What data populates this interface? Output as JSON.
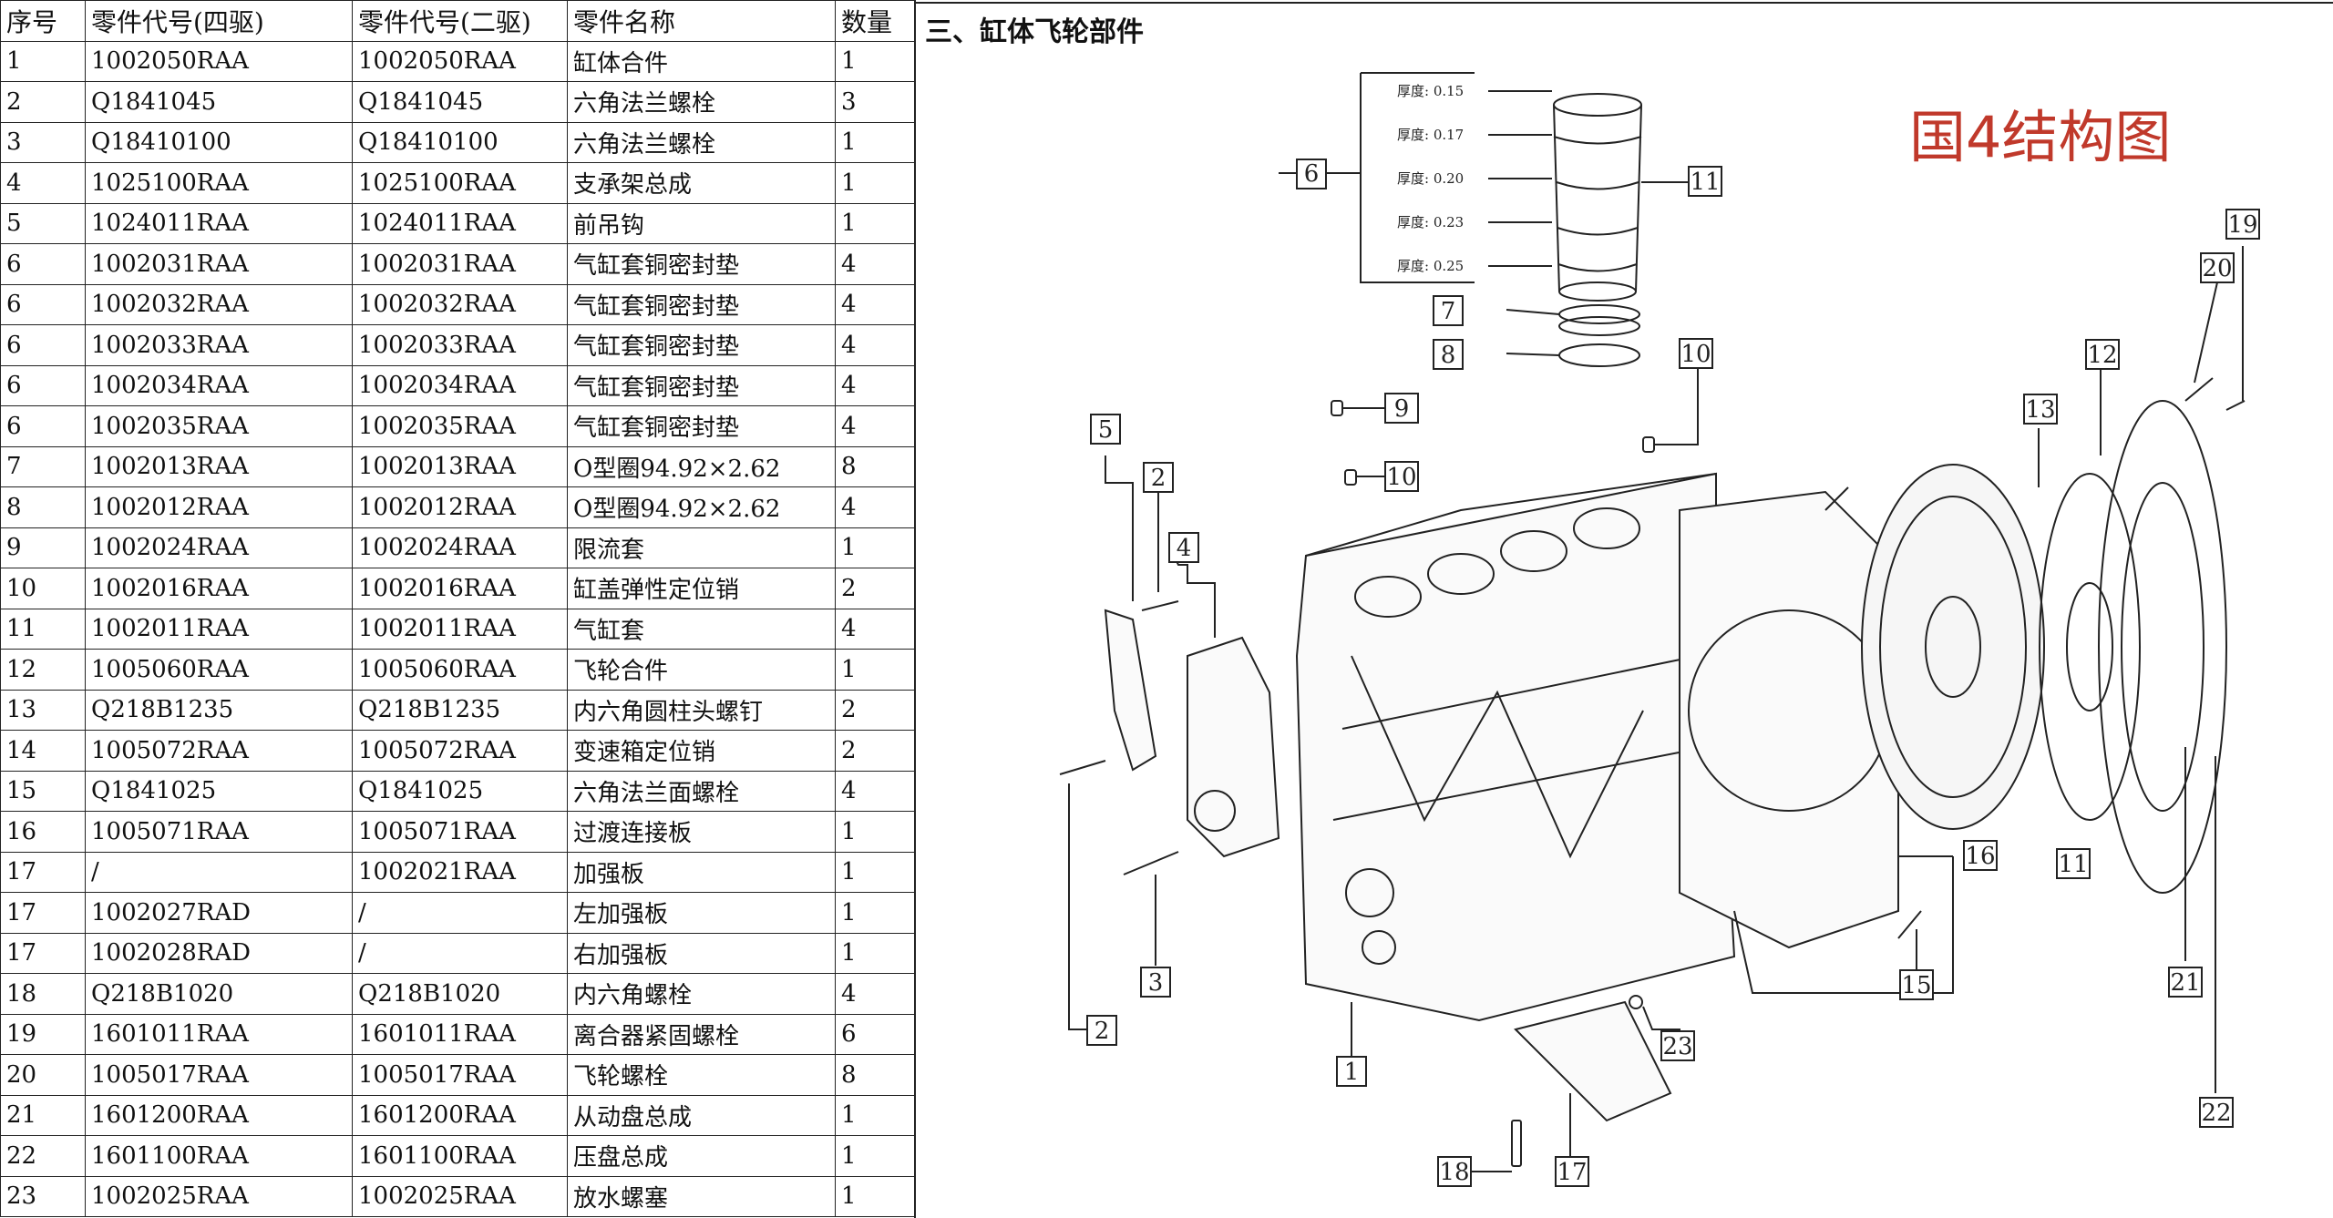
{
  "table": {
    "headers": [
      "序号",
      "零件代号(四驱)",
      "零件代号(二驱)",
      "零件名称",
      "数量"
    ],
    "rows": [
      [
        "1",
        "1002050RAA",
        "1002050RAA",
        "缸体合件",
        "1"
      ],
      [
        "2",
        "Q1841045",
        "Q1841045",
        "六角法兰螺栓",
        "3"
      ],
      [
        "3",
        "Q18410100",
        "Q18410100",
        "六角法兰螺栓",
        "1"
      ],
      [
        "4",
        "1025100RAA",
        "1025100RAA",
        "支承架总成",
        "1"
      ],
      [
        "5",
        "1024011RAA",
        "1024011RAA",
        "前吊钩",
        "1"
      ],
      [
        "6",
        "1002031RAA",
        "1002031RAA",
        "气缸套铜密封垫",
        "4"
      ],
      [
        "6",
        "1002032RAA",
        "1002032RAA",
        "气缸套铜密封垫",
        "4"
      ],
      [
        "6",
        "1002033RAA",
        "1002033RAA",
        "气缸套铜密封垫",
        "4"
      ],
      [
        "6",
        "1002034RAA",
        "1002034RAA",
        "气缸套铜密封垫",
        "4"
      ],
      [
        "6",
        "1002035RAA",
        "1002035RAA",
        "气缸套铜密封垫",
        "4"
      ],
      [
        "7",
        "1002013RAA",
        "1002013RAA",
        "O型圈94.92×2.62",
        "8"
      ],
      [
        "8",
        "1002012RAA",
        "1002012RAA",
        "O型圈94.92×2.62",
        "4"
      ],
      [
        "9",
        "1002024RAA",
        "1002024RAA",
        "限流套",
        "1"
      ],
      [
        "10",
        "1002016RAA",
        "1002016RAA",
        "缸盖弹性定位销",
        "2"
      ],
      [
        "11",
        "1002011RAA",
        "1002011RAA",
        "气缸套",
        "4"
      ],
      [
        "12",
        "1005060RAA",
        "1005060RAA",
        "飞轮合件",
        "1"
      ],
      [
        "13",
        "Q218B1235",
        "Q218B1235",
        "内六角圆柱头螺钉",
        "2"
      ],
      [
        "14",
        "1005072RAA",
        "1005072RAA",
        "变速箱定位销",
        "2"
      ],
      [
        "15",
        "Q1841025",
        "Q1841025",
        "六角法兰面螺栓",
        "4"
      ],
      [
        "16",
        "1005071RAA",
        "1005071RAA",
        "过渡连接板",
        "1"
      ],
      [
        "17",
        "/",
        "1002021RAA",
        "加强板",
        "1"
      ],
      [
        "17",
        "1002027RAD",
        "/",
        "左加强板",
        "1"
      ],
      [
        "17",
        "1002028RAD",
        "/",
        "右加强板",
        "1"
      ],
      [
        "18",
        "Q218B1020",
        "Q218B1020",
        "内六角螺栓",
        "4"
      ],
      [
        "19",
        "1601011RAA",
        "1601011RAA",
        "离合器紧固螺栓",
        "6"
      ],
      [
        "20",
        "1005017RAA",
        "1005017RAA",
        "飞轮螺栓",
        "8"
      ],
      [
        "21",
        "1601200RAA",
        "1601200RAA",
        "从动盘总成",
        "1"
      ],
      [
        "22",
        "1601100RAA",
        "1601100RAA",
        "压盘总成",
        "1"
      ],
      [
        "23",
        "1002025RAA",
        "1002025RAA",
        "放水螺塞",
        "1"
      ]
    ]
  },
  "diagram": {
    "section_title": "三、缸体飞轮部件",
    "stamp": "国4结构图",
    "stamp_color": "#c0392b",
    "thickness_labels": [
      "厚度: 0.15",
      "厚度: 0.17",
      "厚度: 0.20",
      "厚度: 0.23",
      "厚度: 0.25"
    ],
    "callouts": [
      "1",
      "2",
      "2",
      "3",
      "4",
      "5",
      "6",
      "7",
      "8",
      "9",
      "10",
      "10",
      "11",
      "11",
      "12",
      "13",
      "15",
      "16",
      "17",
      "18",
      "19",
      "20",
      "21",
      "22",
      "23"
    ]
  }
}
